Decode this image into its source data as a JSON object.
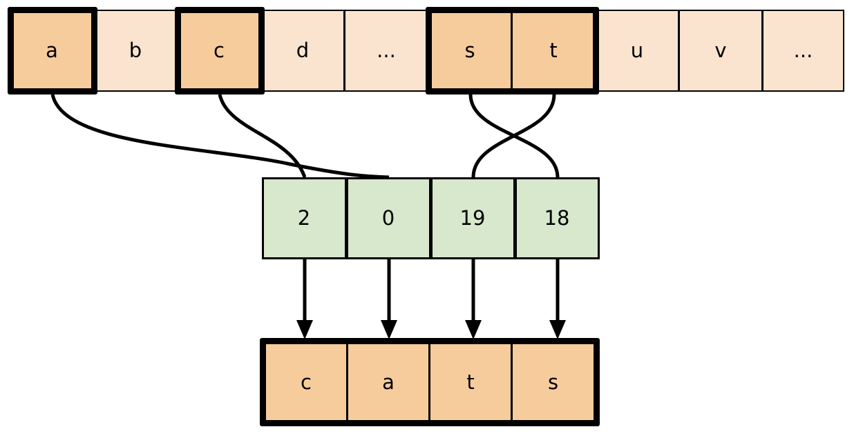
{
  "diagram": {
    "title": "character index lookup to output word",
    "colors": {
      "highlight_fill": "#f7cc9c",
      "plain_fill": "#fbe4cf",
      "index_fill": "#d7e8cd",
      "stroke": "#000000",
      "background": "#ffffff"
    }
  },
  "alphabet_row": {
    "name": "alphabet-strip",
    "cells": [
      {
        "label": "a",
        "highlighted": true,
        "selected": true
      },
      {
        "label": "b",
        "highlighted": false,
        "selected": false
      },
      {
        "label": "c",
        "highlighted": true,
        "selected": true
      },
      {
        "label": "d",
        "highlighted": false,
        "selected": false
      },
      {
        "label": "...",
        "highlighted": false,
        "selected": false
      },
      {
        "label": "s",
        "highlighted": true,
        "selected": true
      },
      {
        "label": "t",
        "highlighted": true,
        "selected": true
      },
      {
        "label": "u",
        "highlighted": false,
        "selected": false
      },
      {
        "label": "v",
        "highlighted": false,
        "selected": false
      },
      {
        "label": "...",
        "highlighted": false,
        "selected": false
      }
    ]
  },
  "index_row": {
    "name": "index-array",
    "cells": [
      {
        "value": "2"
      },
      {
        "value": "0"
      },
      {
        "value": "19"
      },
      {
        "value": "18"
      }
    ]
  },
  "output_row": {
    "name": "output-word",
    "word": "cats",
    "cells": [
      {
        "label": "c"
      },
      {
        "label": "a"
      },
      {
        "label": "t"
      },
      {
        "label": "s"
      }
    ]
  },
  "links": {
    "curves": [
      {
        "from": "a",
        "to_index_cell": 1,
        "note": "letter a maps to index value 0 in second slot"
      },
      {
        "from": "c",
        "to_index_cell": 0,
        "note": "letter c maps to index value 2 in first slot"
      },
      {
        "from": "s",
        "to_index_cell": 3,
        "note": "letter s maps to index value 18 in fourth slot"
      },
      {
        "from": "t",
        "to_index_cell": 2,
        "note": "letter t maps to index value 19 in third slot"
      }
    ],
    "arrows": [
      {
        "from_index_cell": 0,
        "to_output_cell": 0
      },
      {
        "from_index_cell": 1,
        "to_output_cell": 1
      },
      {
        "from_index_cell": 2,
        "to_output_cell": 2
      },
      {
        "from_index_cell": 3,
        "to_output_cell": 3
      }
    ]
  }
}
